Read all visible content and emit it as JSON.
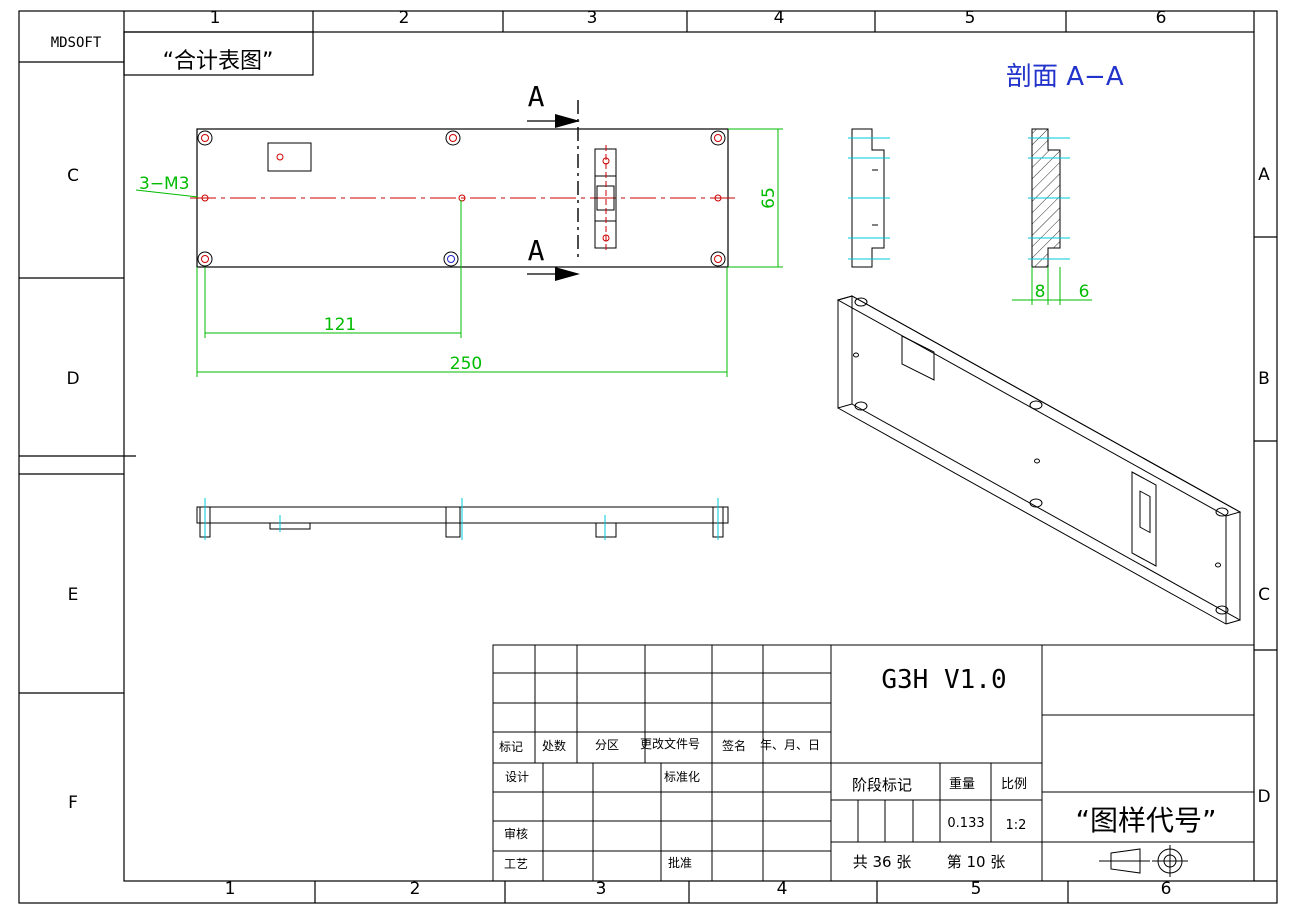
{
  "frame": {
    "cols_top": [
      "1",
      "2",
      "3",
      "4",
      "5",
      "6"
    ],
    "cols_bottom": [
      "1",
      "2",
      "3",
      "4",
      "5",
      "6"
    ],
    "rows_left": [
      "C",
      "D",
      "E",
      "F"
    ],
    "rows_right": [
      "A",
      "B",
      "C",
      "D"
    ],
    "corner_label": "MDSOFT",
    "mirror_title": "“合计表图”"
  },
  "view": {
    "section_title": "剖面  A−A",
    "section_mark": "A",
    "thread_note": "3−M3",
    "dims": {
      "width_total": "250",
      "width_half": "121",
      "height": "65",
      "sec_left": "8",
      "sec_right": "6"
    }
  },
  "titleblock": {
    "header": [
      "标记",
      "处数",
      "分区",
      "更改文件号",
      "签名",
      "年、月、日"
    ],
    "labels": {
      "design": "设计",
      "standard": "标准化",
      "check": "审核",
      "process": "工艺",
      "approve": "批准"
    },
    "drawing_name": "G3H V1.0",
    "stage_label": "阶段标记",
    "weight_label": "重量",
    "scale_label": "比例",
    "weight": "0.133",
    "scale": "1:2",
    "sheets_total": "共 36 张",
    "sheet_no": "第 10 张",
    "drawing_code": "“图样代号”"
  },
  "colors": {
    "line": "#000000",
    "center": "#cc0000",
    "dim": "#00bb00",
    "cyan": "#00c8d8",
    "blue": "#2233cc"
  }
}
